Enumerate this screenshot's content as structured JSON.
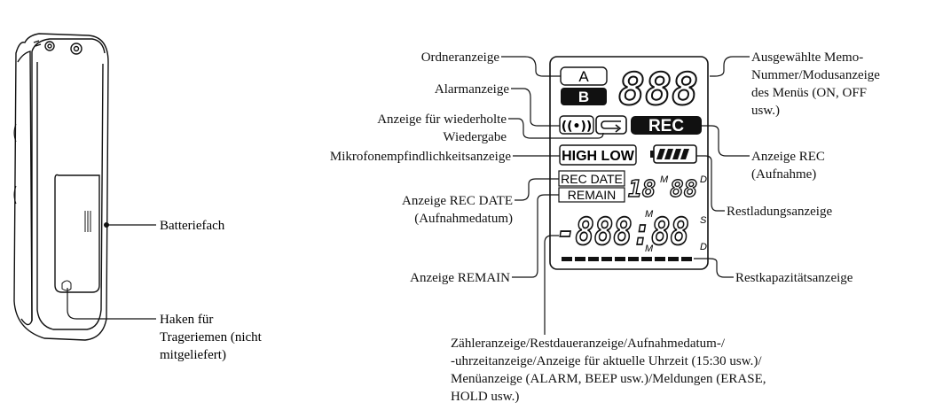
{
  "device": {
    "battery_compartment": "Batteriefach",
    "strap_hook": [
      "Haken für",
      "Trageriemen (nicht",
      "mitgeliefert)"
    ]
  },
  "display": {
    "folder_a": "A",
    "folder_b": "B",
    "memo_digits": "888",
    "alarm_icon": "((•))",
    "rec_badge": "REC",
    "sensitivity": "HIGH LOW",
    "rec_date": "REC DATE",
    "remain": "REMAIN",
    "small_row_1": "18",
    "small_m": "M",
    "small_row_2": "88",
    "small_d": "D",
    "counter": "-888:88",
    "unit_m_top": "M",
    "unit_s": "S",
    "unit_m_bottom": "M",
    "unit_d": "D"
  },
  "labels": {
    "folder": "Ordneranzeige",
    "alarm": "Alarmanzeige",
    "repeat": [
      "Anzeige für wiederholte",
      "Wiedergabe"
    ],
    "mic": "Mikrofonempfindlichkeitsanzeige",
    "rec_date": [
      "Anzeige REC DATE",
      "(Aufnahmedatum)"
    ],
    "remain": "Anzeige REMAIN",
    "memo_number": [
      "Ausgewählte Memo-",
      "Nummer/Modusanzeige",
      "des Menüs (ON, OFF",
      "usw.)"
    ],
    "rec": [
      "Anzeige REC",
      "(Aufnahme)"
    ],
    "battery_remaining": "Restladungsanzeige",
    "memory_remaining": "Restkapazitätsanzeige",
    "counter": [
      "Zähleranzeige/Restdaueranzeige/Aufnahmedatum-/",
      "-uhrzeitanzeige/Anzeige für aktuelle Uhrzeit (15:30 usw.)/",
      "Menüanzeige (ALARM, BEEP usw.)/Meldungen (ERASE,",
      "HOLD usw.)"
    ]
  },
  "icons": {
    "repeat": "repeat-icon",
    "battery": "battery-icon",
    "remaining_memory": "memory-bar-icon"
  }
}
